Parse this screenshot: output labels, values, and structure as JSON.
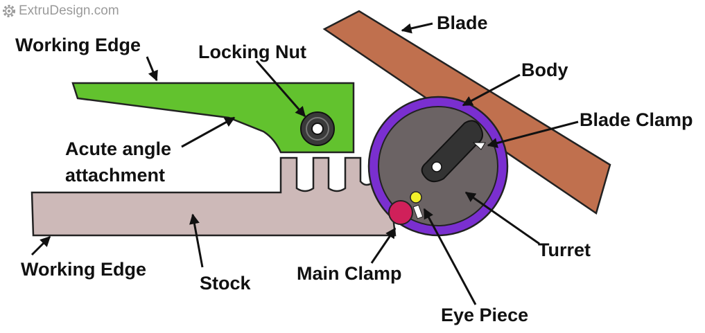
{
  "watermark": {
    "text": "ExtruDesign.com",
    "icon": "gear-icon"
  },
  "labels": {
    "blade": "Blade",
    "working_edge_top": "Working Edge",
    "locking_nut": "Locking Nut",
    "body": "Body",
    "blade_clamp": "Blade Clamp",
    "acute_line1": "Acute angle",
    "acute_line2": "attachment",
    "turret": "Turret",
    "working_edge_bottom": "Working Edge",
    "stock": "Stock",
    "main_clamp": "Main Clamp",
    "eye_piece": "Eye Piece"
  },
  "colors": {
    "attachment": "#62c22e",
    "stock": "#cdb9b8",
    "blade": "#c0704e",
    "body_ring": "#7a2fd0",
    "turret": "#6b6364",
    "main_clamp": "#d0205a",
    "eye_piece": "#f2f02a",
    "clamp_lever": "#333333"
  }
}
